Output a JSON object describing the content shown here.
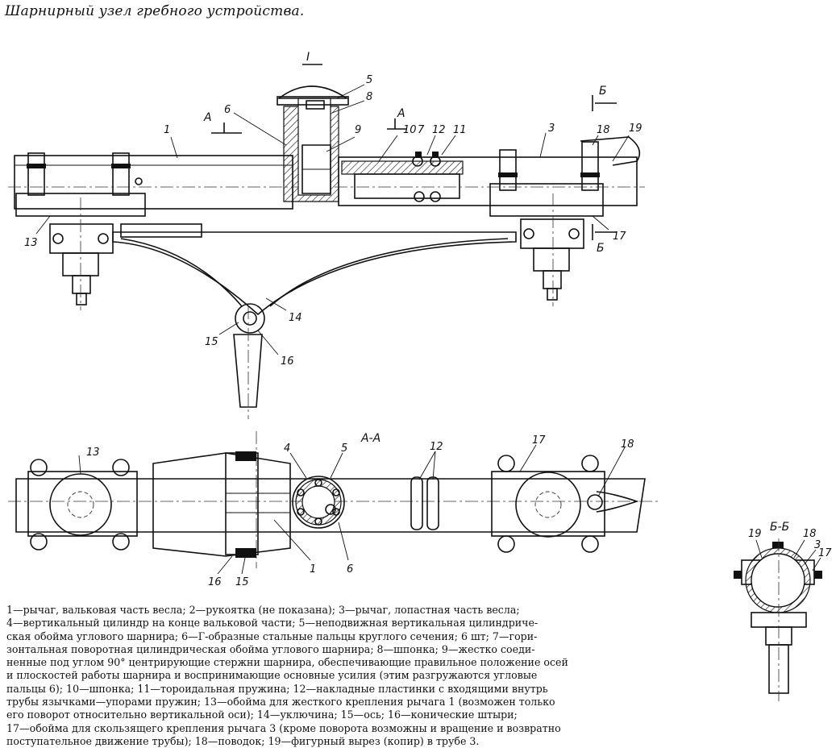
{
  "title": "Шарнирный узел гребного устройства.",
  "views": {
    "top_marker": "I",
    "section_a": "А",
    "section_b": "Б",
    "section_aa_title": "А-А",
    "section_bb_title": "Б-Б"
  },
  "labels_main": [
    "1",
    "3",
    "5",
    "6",
    "8",
    "9",
    "10",
    "7",
    "12",
    "11",
    "18",
    "19",
    "13",
    "17",
    "14",
    "15",
    "16"
  ],
  "labels_aa": [
    "13",
    "4",
    "5",
    "12",
    "17",
    "18",
    "16",
    "15",
    "1",
    "6"
  ],
  "labels_bb": [
    "19",
    "18",
    "3",
    "17"
  ],
  "caption": {
    "l1": "1—рычаг, вальковая часть весла; 2—рукоятка (не показана); 3—рычаг, лопастная часть весла;",
    "l2": "4—вертикальный цилиндр на конце вальковой части; 5—неподвижная вертикальная цилиндриче-",
    "l3": "ская обойма углового шарнира; 6—Г-образные стальные пальцы круглого сечения; 6 шт; 7—гори-",
    "l4": "зонтальная поворотная цилиндрическая обойма углового шарнира; 8—шпонка; 9—жестко соеди-",
    "l5": "ненные под углом 90° центрирующие стержни шарнира, обеспечивающие правильное положение осей",
    "l6": "и плоскостей работы шарнира и воспринимающие основные усилия (этим разгружаются угловые",
    "l7": "пальцы 6); 10—шпонка; 11—тороидальная пружина; 12—накладные пластинки с входящими внутрь",
    "l8": "трубы язычками—упорами пружин; 13—обойма для жесткого крепления рычага 1 (возможен только",
    "l9": "его поворот относительно вертикальной оси); 14—уключина; 15—ось; 16—конические штыри;",
    "l10": "17—обойма для скользящего крепления рычага 3 (кроме поворота возможны и вращение и возвратно",
    "l11": "поступательное движение трубы); 18—поводок; 19—фигурный вырез (копир) в трубе 3."
  }
}
